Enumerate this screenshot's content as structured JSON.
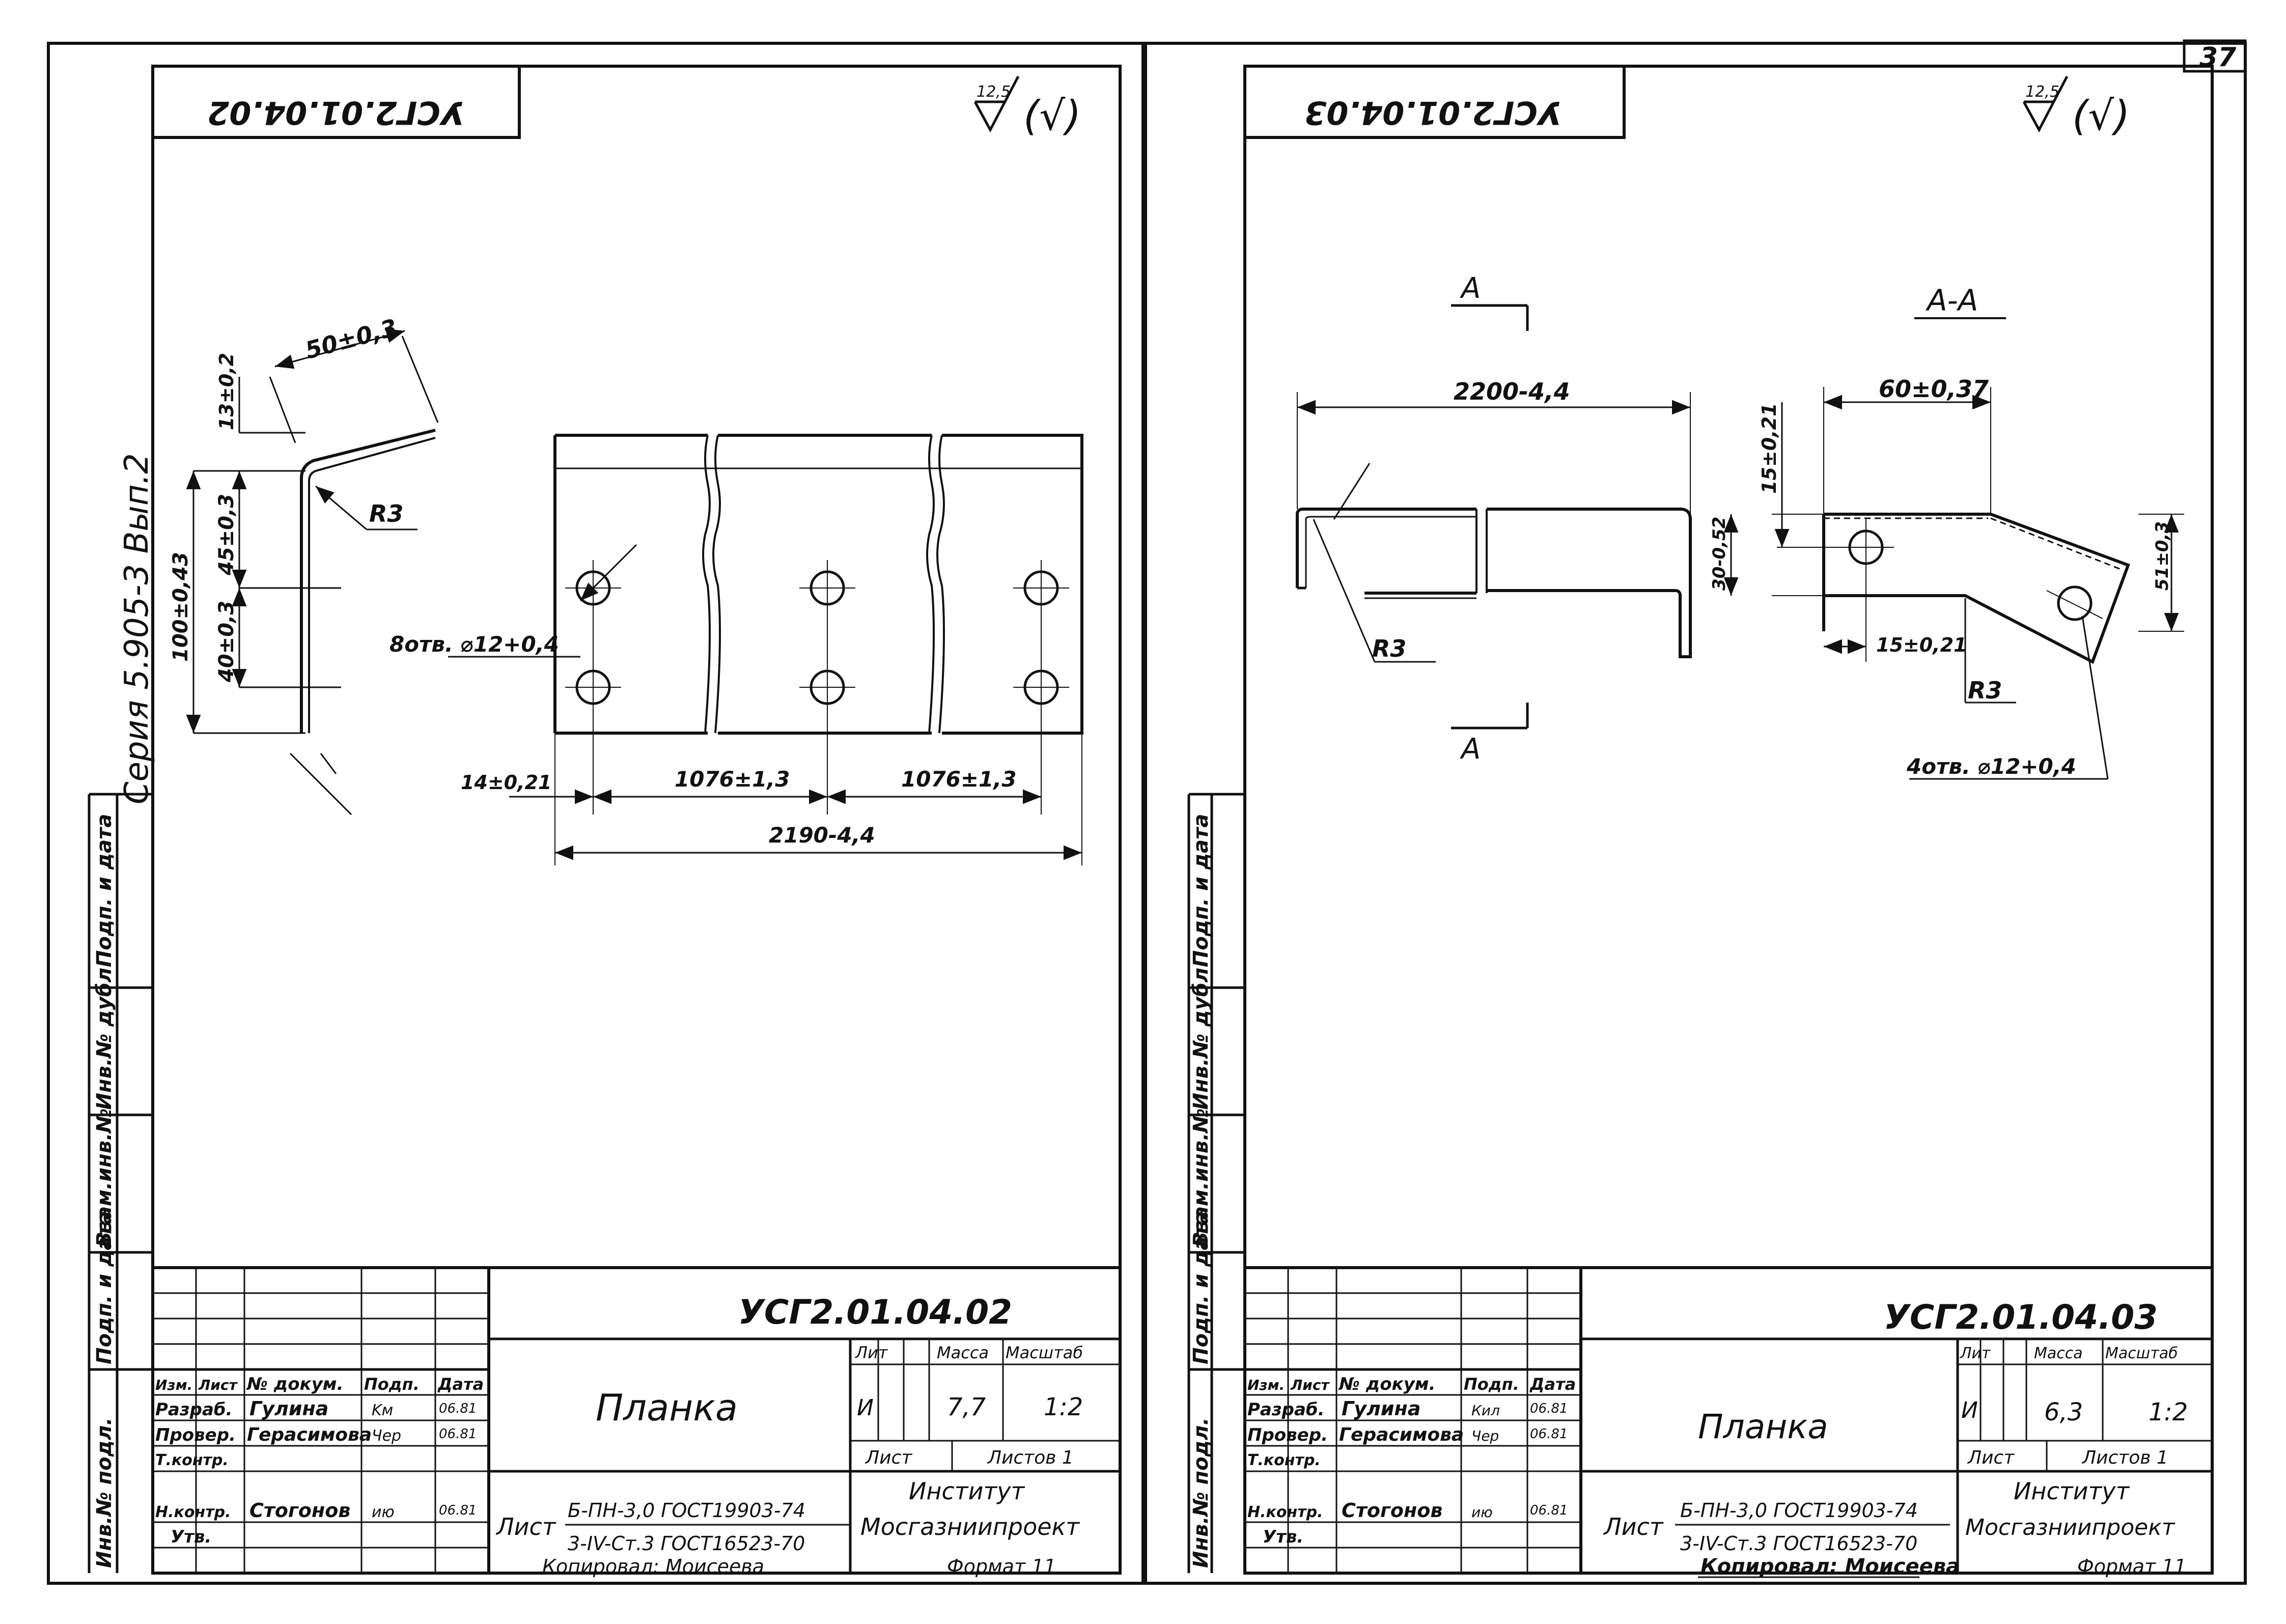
{
  "page_number": "37",
  "series_label": "Серия 5.905-3 Вып.2",
  "left_strip": [
    "Подп. и дата",
    "Инв.№ дубл.",
    "Взам.инв.№",
    "Подп. и дата",
    "Инв.№ подл."
  ],
  "sheets": [
    {
      "code_stamp": "УСГ2.01.04.02",
      "roughness": "12,5",
      "roughness_suffix": "(√)",
      "dims": {
        "flange_len": "50±0,3",
        "bend_h": "13±0,2",
        "height_total": "100±0,43",
        "upper": "45±0,3",
        "lower": "40±0,3",
        "radius": "R3",
        "holes": "8отв. ⌀12+0,4",
        "edge": "14±0,21",
        "pitch1": "1076±1,3",
        "pitch2": "1076±1,3",
        "overall": "2190-4,4"
      },
      "title_block": {
        "doc_code": "УСГ2.01.04.02",
        "name": "Планка",
        "header": [
          "Изм.",
          "Лист",
          "№ докум.",
          "Подп.",
          "Дата"
        ],
        "rows": [
          {
            "role": "Разраб.",
            "name": "Гулина",
            "sign": "Kм",
            "date": "06.81"
          },
          {
            "role": "Провер.",
            "name": "Герасимова",
            "sign": "Чер",
            "date": "06.81"
          },
          {
            "role": "Т.контр.",
            "name": "",
            "sign": "",
            "date": ""
          },
          {
            "role": "",
            "name": "",
            "sign": "",
            "date": ""
          },
          {
            "role": "Н.контр.",
            "name": "Стогонов",
            "sign": "ию",
            "date": "06.81"
          },
          {
            "role": "Утв.",
            "name": "",
            "sign": "",
            "date": ""
          }
        ],
        "lit_label": "Лит",
        "mass_label": "Масса",
        "scale_label": "Масштаб",
        "lit": "И",
        "mass": "7,7",
        "scale": "1:2",
        "sheet_label": "Лист",
        "sheets_label": "Листов 1",
        "material_prefix": "Лист",
        "material_top": "Б-ПН-3,0 ГОСТ19903-74",
        "material_bottom": "3-IV-Ст.3 ГОСТ16523-70",
        "org_line1": "Институт",
        "org_line2": "Мосгазниипроект",
        "copied": "Копировал: Моисеева",
        "format": "Формат 11"
      }
    },
    {
      "code_stamp": "УСГ2.01.04.03",
      "roughness": "12,5",
      "roughness_suffix": "(√)",
      "dims": {
        "section_mark": "А",
        "section_title": "А-А",
        "length": "2200-4,4",
        "radius_a": "R3",
        "width": "60±0,37",
        "top_offset": "15±0,21",
        "flange_h": "30-0,52",
        "bottom_offset": "15±0,21",
        "bent": "51±0,3",
        "radius_b": "R3",
        "holes": "4отв. ⌀12+0,4"
      },
      "title_block": {
        "doc_code": "УСГ2.01.04.03",
        "name": "Планка",
        "header": [
          "Изм.",
          "Лист",
          "№ докум.",
          "Подп.",
          "Дата"
        ],
        "rows": [
          {
            "role": "Разраб.",
            "name": "Гулина",
            "sign": "Кил",
            "date": "06.81"
          },
          {
            "role": "Провер.",
            "name": "Герасимова",
            "sign": "Чер",
            "date": "06.81"
          },
          {
            "role": "Т.контр.",
            "name": "",
            "sign": "",
            "date": ""
          },
          {
            "role": "",
            "name": "",
            "sign": "",
            "date": ""
          },
          {
            "role": "Н.контр.",
            "name": "Стогонов",
            "sign": "ию",
            "date": "06.81"
          },
          {
            "role": "Утв.",
            "name": "",
            "sign": "",
            "date": ""
          }
        ],
        "lit_label": "Лит",
        "mass_label": "Масса",
        "scale_label": "Масштаб",
        "lit": "И",
        "mass": "6,3",
        "scale": "1:2",
        "sheet_label": "Лист",
        "sheets_label": "Листов 1",
        "material_prefix": "Лист",
        "material_top": "Б-ПН-3,0 ГОСТ19903-74",
        "material_bottom": "3-IV-Ст.3 ГОСТ16523-70",
        "org_line1": "Институт",
        "org_line2": "Мосгазниипроект",
        "copied": "Копировал: Моисеева",
        "format": "Формат 11"
      }
    }
  ]
}
